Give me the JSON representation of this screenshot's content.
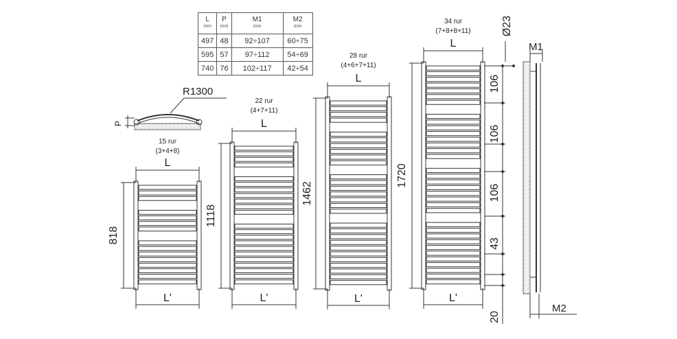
{
  "table": {
    "headers": [
      {
        "name": "L",
        "unit": "mm"
      },
      {
        "name": "P",
        "unit": "mm"
      },
      {
        "name": "M1",
        "unit": "mm"
      },
      {
        "name": "M2",
        "unit": "mm"
      }
    ],
    "rows": [
      [
        "497",
        "48",
        "92÷107",
        "60÷75"
      ],
      [
        "595",
        "57",
        "97÷112",
        "54÷69"
      ],
      [
        "740",
        "76",
        "102÷117",
        "42÷54"
      ]
    ]
  },
  "bend": {
    "radius": "R1300",
    "p": "P"
  },
  "radiators": [
    {
      "rungs": "15 rur",
      "groups": "(3+4+8)",
      "height": "818",
      "width": "L",
      "spacing": "L'"
    },
    {
      "rungs": "22 rur",
      "groups": "(4+7+11)",
      "height": "1118",
      "width": "L",
      "spacing": "L'"
    },
    {
      "rungs": "28 rur",
      "groups": "(4+6+7+11)",
      "height": "1462",
      "width": "L",
      "spacing": "L'"
    },
    {
      "rungs": "34 rur",
      "groups": "(7+8+8+11)",
      "height": "1720",
      "width": "L",
      "spacing": "L'"
    }
  ],
  "dims": {
    "d1": "106",
    "d2": "106",
    "d3": "106",
    "d4": "43",
    "d5": "20",
    "pipe": "Ø23"
  },
  "side": {
    "m1": "M1",
    "m2": "M2"
  }
}
